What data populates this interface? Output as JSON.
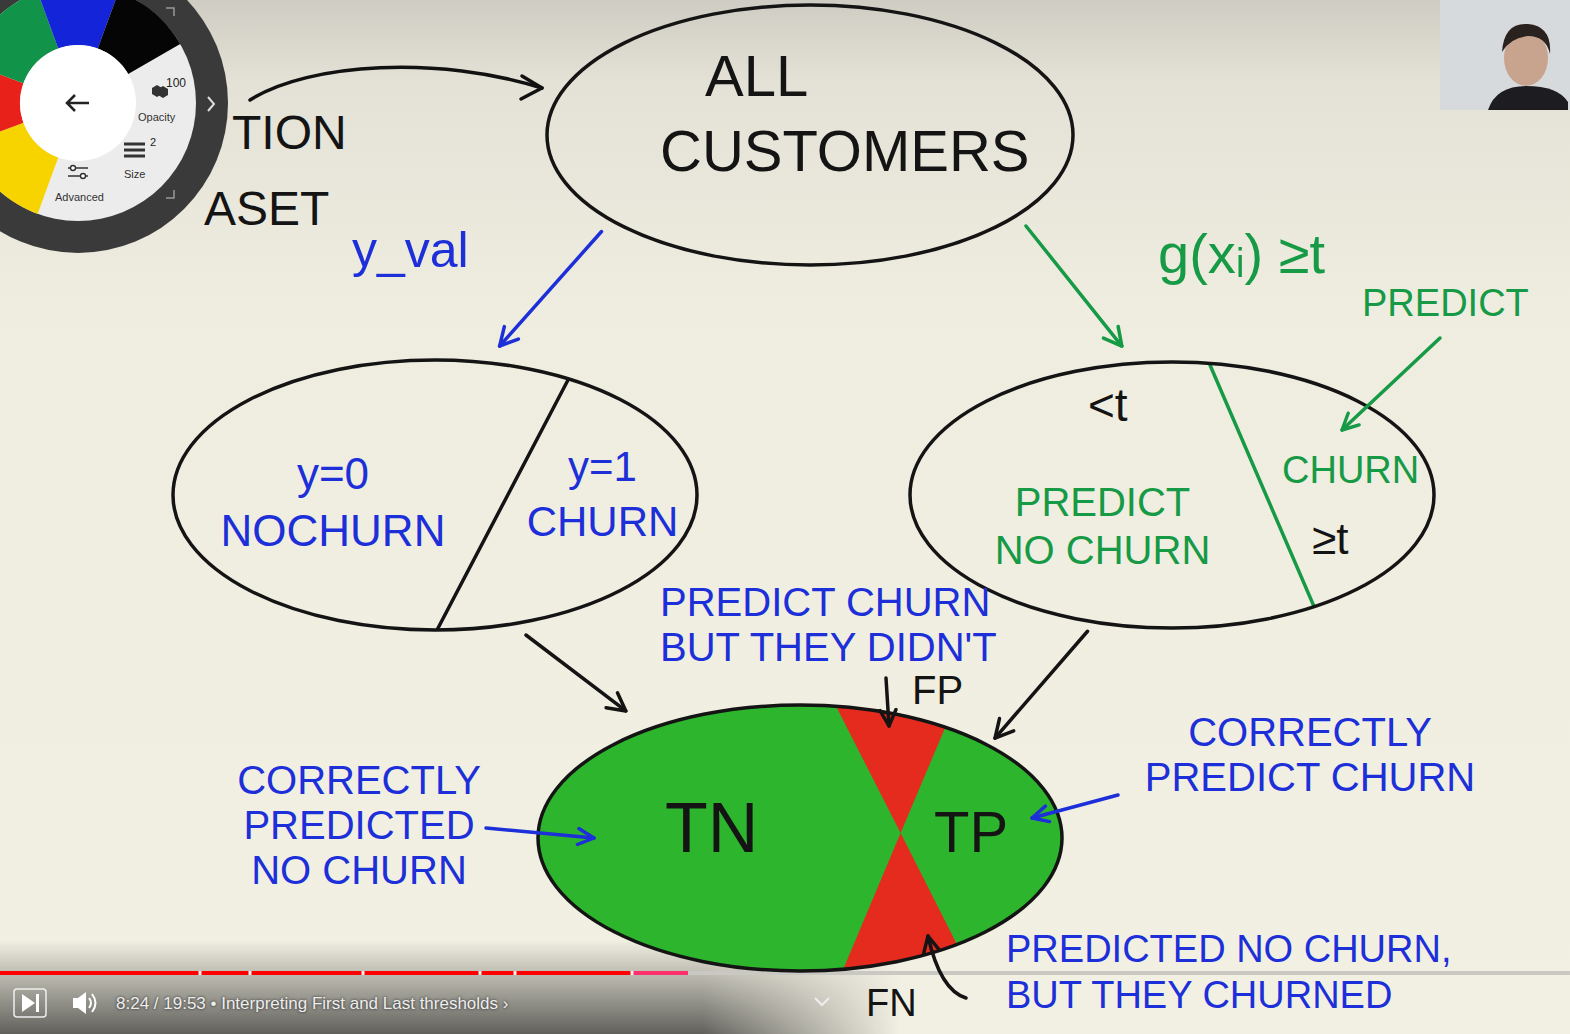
{
  "diagram": {
    "nodes": [
      {
        "text": [
          "ALL CUSTOMERS"
        ]
      },
      {
        "text": [
          "y=0 NOCHURN",
          "y=1 CHURN"
        ]
      },
      {
        "text": [
          "<t",
          "PREDICT NO CHURN",
          "CHURN",
          "≥t"
        ]
      },
      {
        "text": [
          "TN",
          "TP"
        ]
      }
    ],
    "edges": [
      {
        "from": 0,
        "to": 1,
        "arrow": "to",
        "label": "y_val"
      },
      {
        "from": 0,
        "to": 2,
        "arrow": "to",
        "label": "g(xᵢ) ≥t"
      },
      {
        "from": 1,
        "to": 3,
        "arrow": "to"
      },
      {
        "from": 2,
        "to": 3,
        "arrow": "to"
      }
    ],
    "labels": [
      "TION",
      "ASET",
      "PREDICT",
      "PREDICT CHURN BUT THEY DIDN'T",
      "FP",
      "CORRECTLY PREDICT CHURN",
      "CORRECTLY PREDICTED NO CHURN",
      "FN",
      "PREDICTED NO CHURN, BUT THEY CHURNED",
      "100",
      "Opacity",
      "2",
      "Size",
      "Advanced",
      "8:24 / 19:53 • Interpreting First and Last thresholds ›"
    ]
  }
}
